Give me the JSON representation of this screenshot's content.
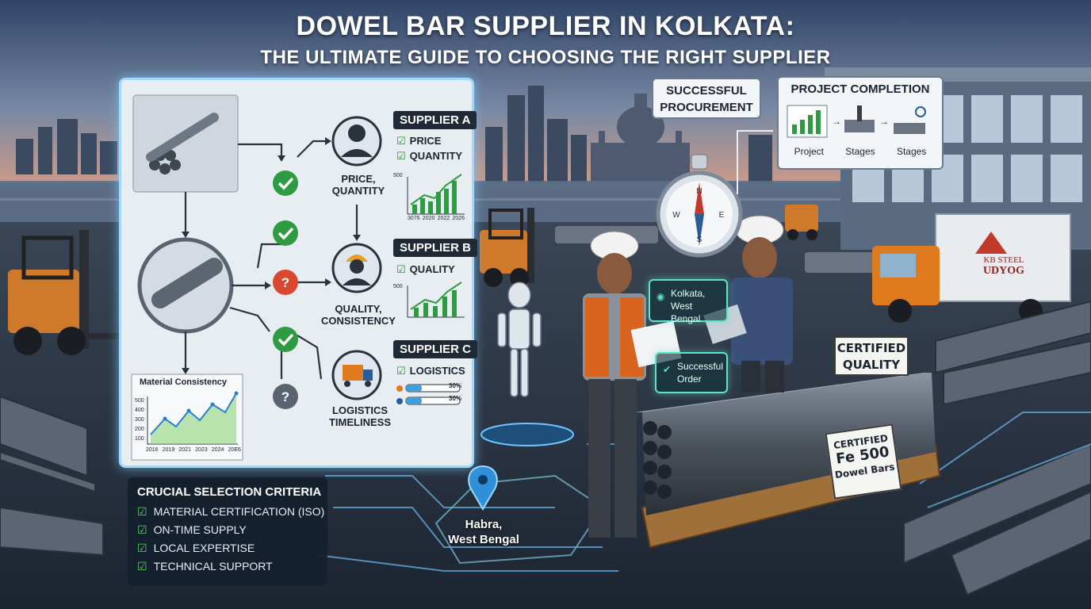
{
  "title": {
    "line1": "DOWEL BAR SUPPLIER IN KOLKATA:",
    "line2": "THE ULTIMATE GUIDE TO CHOOSING THE RIGHT SUPPLIER"
  },
  "flow_panel": {
    "supplier_a": {
      "tag": "SUPPLIER A",
      "checks": [
        "PRICE",
        "QUANTITY"
      ],
      "node_label_1": "PRICE,",
      "node_label_2": "QUANTITY"
    },
    "supplier_b": {
      "tag": "SUPPLIER B",
      "checks": [
        "QUALITY"
      ],
      "node_label_1": "QUALITY,",
      "node_label_2": "CONSISTENCY"
    },
    "supplier_c": {
      "tag": "SUPPLIER C",
      "checks": [
        "LOGISTICS"
      ],
      "bar1_label": "30%",
      "bar2_label": "30%",
      "bar1_fill": 0.3,
      "bar2_fill": 0.3,
      "node_label_1": "LOGISTICS",
      "node_label_2": "TIMELINESS"
    },
    "decision_marks": [
      "check",
      "check",
      "question",
      "check",
      "question"
    ]
  },
  "mini_chart_a": {
    "ylabel_top": "500",
    "xlabels": [
      "3076",
      "2020",
      "2022",
      "2026"
    ]
  },
  "mini_chart_b": {
    "ylabel_top": "500"
  },
  "material_chart": {
    "title": "Material Consistency",
    "yticks": [
      "500",
      "400",
      "300",
      "200",
      "100"
    ],
    "xticks": [
      "2016",
      "2019",
      "2021",
      "2023",
      "2024",
      "20E6"
    ]
  },
  "criteria": {
    "heading": "CRUCIAL SELECTION CRITERIA",
    "items": [
      "MATERIAL CERTIFICATION (ISO)",
      "ON-TIME SUPPLY",
      "LOCAL EXPERTISE",
      "TECHNICAL SUPPORT"
    ]
  },
  "callouts": {
    "procurement_1": "SUCCESSFUL",
    "procurement_2": "PROCUREMENT",
    "completion_title": "PROJECT COMPLETION",
    "completion_steps": [
      "Project",
      "Stages",
      "Stages"
    ]
  },
  "location_card": {
    "line1": "Kolkata,",
    "line2": "West Bengal"
  },
  "order_card": {
    "line1": "Successful",
    "line2": "Order"
  },
  "map_pin": {
    "line1": "Habra,",
    "line2": "West Bengal"
  },
  "signs": {
    "quality_1": "CERTIFIED",
    "quality_2": "QUALITY",
    "bars_1": "CERTIFIED",
    "bars_2": "Fe 500",
    "bars_3": "Dowel Bars"
  },
  "truck": {
    "brand_1": "KB STEEL",
    "brand_2": "UDYOG"
  },
  "colors": {
    "accent_glow": "#9fd9ff",
    "check_green": "#2e9b43",
    "question_red": "#d9472f",
    "question_grey": "#5a6470",
    "vest_orange": "#d9641f"
  }
}
